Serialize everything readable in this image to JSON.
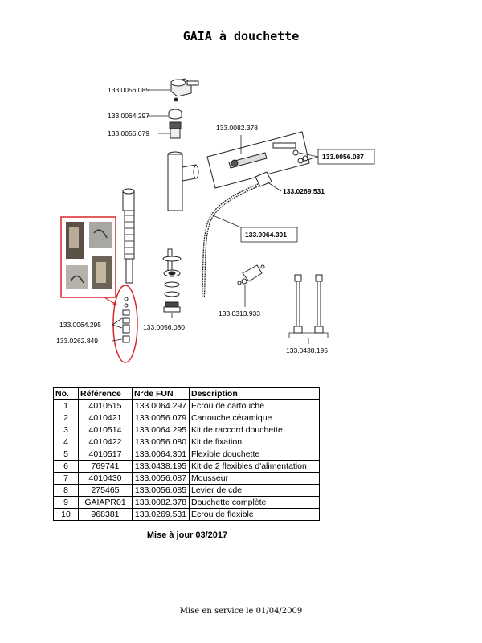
{
  "title": "GAIA à douchette",
  "callouts": {
    "c1": "133.0056.085",
    "c2": "133.0064.297",
    "c3": "133.0056.079",
    "c4": "133.0082.378",
    "c5": "133.0056.087",
    "c6": "133.0269.531",
    "c7": "133.0064.301",
    "c8": "133.0056.080",
    "c9": "133.0064.295",
    "c10": "133.0262.849",
    "c11": "133.0313.933",
    "c12": "133.0438.195"
  },
  "table": {
    "headers": [
      "No.",
      "Référence",
      "N°de FUN",
      "Description"
    ],
    "rows": [
      [
        "1",
        "4010515",
        "133.0064.297",
        "Ecrou de cartouche"
      ],
      [
        "2",
        "4010421",
        "133.0056.079",
        "Cartouche céramique"
      ],
      [
        "3",
        "4010514",
        "133.0064.295",
        "Kit de raccord douchette"
      ],
      [
        "4",
        "4010422",
        "133.0056.080",
        "Kit de fixation"
      ],
      [
        "5",
        "4010517",
        "133.0064.301",
        "Flexible douchette"
      ],
      [
        "6",
        "769741",
        "133.0438.195",
        "Kit de 2 flexibles d'alimentation"
      ],
      [
        "7",
        "4010430",
        "133.0056.087",
        "Mousseur"
      ],
      [
        "8",
        "275465",
        "133.0056.085",
        "Levier de cde"
      ],
      [
        "9",
        "GAIAPR01",
        "133.0082.378",
        "Douchette complète"
      ],
      [
        "10",
        "968381",
        "133.0269.531",
        "Ecrou de flexible"
      ]
    ]
  },
  "update_note": "Mise à jour 03/2017",
  "footer": "Mise en service le 01/04/2009",
  "colors": {
    "highlight": "#d9262c",
    "ink": "#222222",
    "photo": "#8a8478"
  }
}
